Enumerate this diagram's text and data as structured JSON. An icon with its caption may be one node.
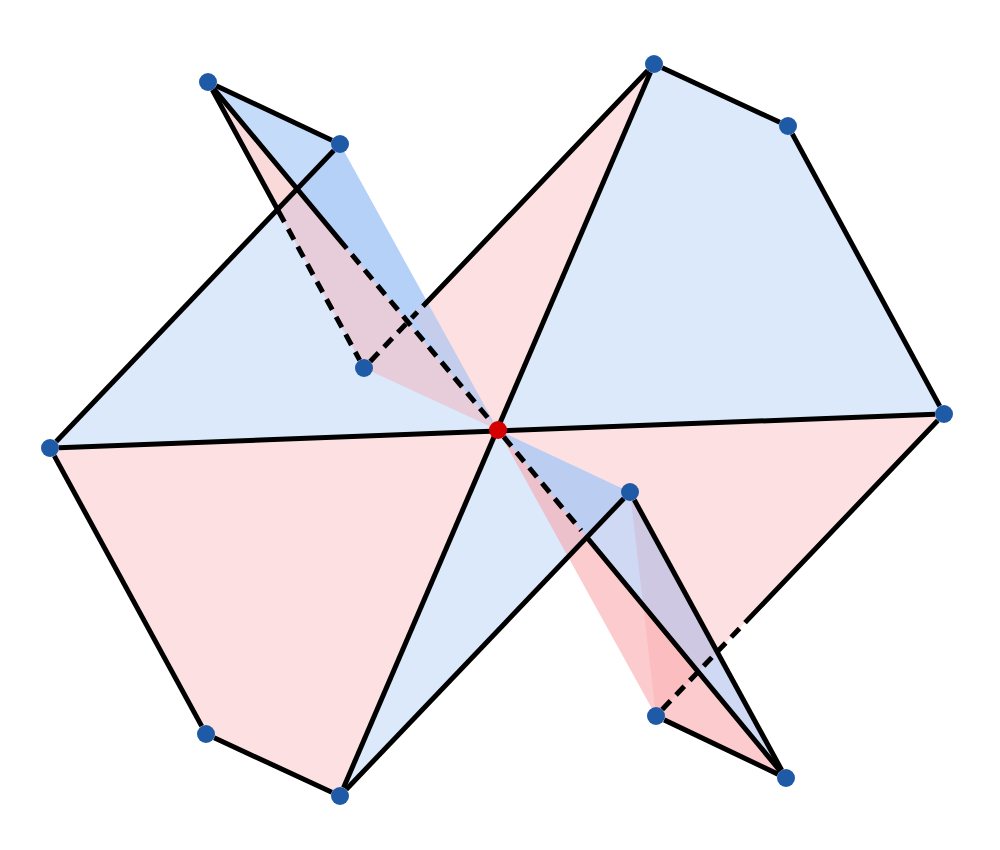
{
  "diagram": {
    "nodes": [
      {
        "text": [],
        "shape": "circle"
      },
      {
        "text": [],
        "shape": "circle"
      },
      {
        "text": [],
        "shape": "circle"
      },
      {
        "text": [],
        "shape": "circle"
      },
      {
        "text": [],
        "shape": "circle"
      },
      {
        "text": [],
        "shape": "circle"
      },
      {
        "text": [],
        "shape": "circle"
      },
      {
        "text": [],
        "shape": "circle"
      },
      {
        "text": [],
        "shape": "circle"
      },
      {
        "text": [],
        "shape": "circle"
      },
      {
        "text": [],
        "shape": "circle"
      },
      {
        "text": [],
        "shape": "circle"
      },
      {
        "text": [],
        "shape": "circle"
      }
    ],
    "edges": [
      {
        "from": 0,
        "to": 1,
        "arrow": "none"
      },
      {
        "from": 0,
        "to": 2,
        "arrow": "none",
        "style": "dashed"
      },
      {
        "from": 0,
        "to": 7,
        "arrow": "none",
        "style": "dashed"
      },
      {
        "from": 1,
        "to": 3,
        "arrow": "none"
      },
      {
        "from": 2,
        "to": 4,
        "arrow": "none",
        "style": "dashed"
      },
      {
        "from": 3,
        "to": 6,
        "arrow": "none"
      },
      {
        "from": 3,
        "to": 12,
        "arrow": "none"
      },
      {
        "from": 12,
        "to": 11,
        "arrow": "none"
      },
      {
        "from": 11,
        "to": 4,
        "arrow": "none"
      },
      {
        "from": 4,
        "to": 5,
        "arrow": "none"
      },
      {
        "from": 5,
        "to": 6,
        "arrow": "none"
      },
      {
        "from": 7,
        "to": 10,
        "arrow": "none",
        "style": "dashed"
      },
      {
        "from": 8,
        "to": 11,
        "arrow": "none"
      },
      {
        "from": 8,
        "to": 10,
        "arrow": "none"
      },
      {
        "from": 9,
        "to": 10,
        "arrow": "none"
      },
      {
        "from": 9,
        "to": 6,
        "arrow": "none",
        "style": "dashed"
      }
    ]
  }
}
